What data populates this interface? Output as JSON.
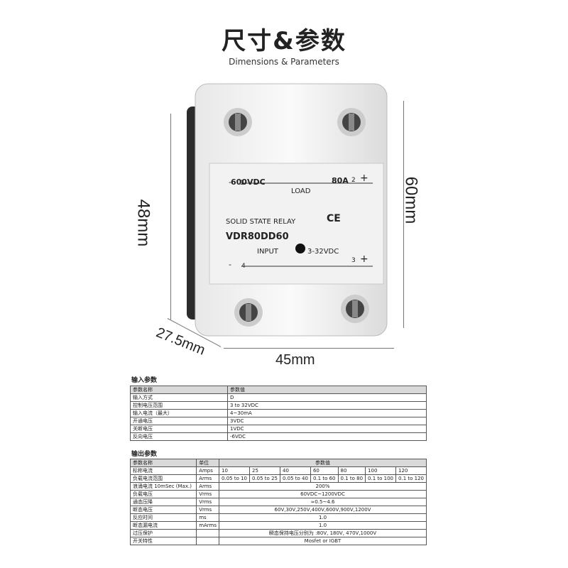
{
  "header": {
    "title": "尺寸&参数",
    "subtitle": "Dimensions & Parameters"
  },
  "dimensions": {
    "height_left": "48mm",
    "height_right": "60mm",
    "depth": "27.5mm",
    "width": "45mm"
  },
  "relay": {
    "voltage": "600VDC",
    "current": "80A",
    "load_label": "LOAD",
    "brand_line": "SOLID STATE RELAY",
    "ce_mark": "CE",
    "model": "VDR80DD60",
    "input_label": "INPUT",
    "input_range": "3-32VDC",
    "terminal_1": "1",
    "terminal_2": "2",
    "terminal_3": "3",
    "terminal_4": "4",
    "minus": "-",
    "plus": "+"
  },
  "input_params": {
    "title": "输入参数",
    "headers": [
      "参数名称",
      "参数值"
    ],
    "rows": [
      [
        "输入方式",
        "D"
      ],
      [
        "控制电压范围",
        "3 to 32VDC"
      ],
      [
        "输入电流（最大）",
        "4~30mA"
      ],
      [
        "开通电压",
        "3VDC"
      ],
      [
        "关断电压",
        "1VDC"
      ],
      [
        "反向电压",
        "-6VDC"
      ]
    ]
  },
  "output_params": {
    "title": "输出参数",
    "headers": [
      "参数名称",
      "单位",
      "参数值"
    ],
    "rows": [
      {
        "name": "标称电流",
        "unit": "Amps",
        "values": [
          "10",
          "25",
          "40",
          "60",
          "80",
          "100",
          "120"
        ]
      },
      {
        "name": "负载电流范围",
        "unit": "Arms",
        "values": [
          "0.05 to 10",
          "0.05 to 25",
          "0.05 to 40",
          "0.1 to 60",
          "0.1 to 80",
          "0.1 to 100",
          "0.1 to 120"
        ]
      },
      {
        "name": "浪涌电流 10mSec (Max.)",
        "unit": "Arms",
        "span": "200%"
      },
      {
        "name": "负载电压",
        "unit": "Vrms",
        "span": "60VDC~1200VDC"
      },
      {
        "name": "通态压降",
        "unit": "Vrms",
        "span": "≈0.5~4.6"
      },
      {
        "name": "断态电压",
        "unit": "Vrms",
        "span": "60V,30V,250V,400V,600V,900V,1200V"
      },
      {
        "name": "反应时间",
        "unit": "ms",
        "span": "1.0"
      },
      {
        "name": "断态漏电流",
        "unit": "mArms",
        "span": "1.0"
      },
      {
        "name": "过压保护",
        "unit": "",
        "span": "瞬态保持电压分别为 :80V, 180V, 470V,1000V"
      },
      {
        "name": "开关特性",
        "unit": "",
        "span": "Mosfet or IGBT"
      }
    ]
  }
}
